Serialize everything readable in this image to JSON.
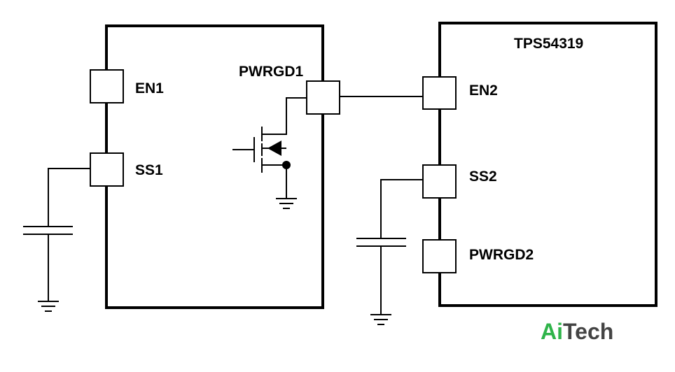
{
  "chip_right": {
    "title": "TPS54319"
  },
  "pins_left": {
    "en": "EN1",
    "ss": "SS1",
    "pwrgd": "PWRGD1"
  },
  "pins_right": {
    "en": "EN2",
    "ss": "SS2",
    "pwrgd": "PWRGD2"
  },
  "watermark": {
    "part1": "Ai",
    "part2": "Tech",
    "color1": "#2fb44a",
    "color2": "#444444"
  }
}
